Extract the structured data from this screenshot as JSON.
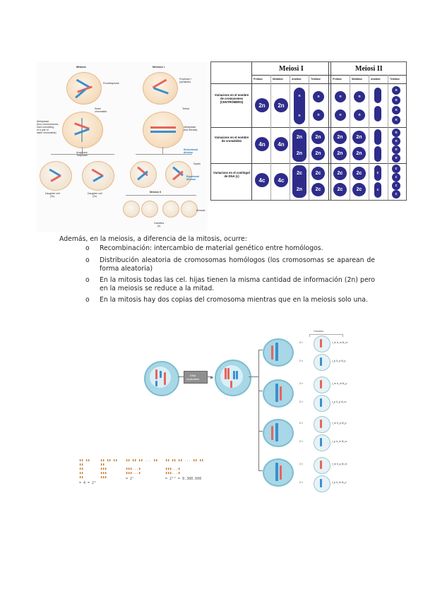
{
  "figure_mitosis_meiosis": {
    "col_mitosis": "Mitosis",
    "col_meiosis1": "Meiosis I",
    "lbl_prometaphase": "Prometaphase",
    "lbl_prophase1": "Prophase I\n(synapsis)",
    "lbl_sister": "Sister\nchromatids",
    "lbl_tetrad": "Tetrad",
    "lbl_metaphase_mitosis": "Metaphase\n(four chromosomes,\neach consisting\nof a pair of\nsister chromatids)",
    "lbl_metaphase1": "Metaphase\n(two tetrads)",
    "lbl_anaphase": "Anaphase\nTelophase",
    "lbl_reductional": "Reductional\ndivision",
    "lbl_dyads": "Dyads",
    "lbl_equational": "Equational\ndivision",
    "lbl_daughter1": "Daughter cell\n(2n)",
    "lbl_daughter2": "Daughter cell\n(2n)",
    "lbl_meiosis2": "Meiosis II",
    "lbl_monads": "Monads",
    "lbl_gametes": "Gametes\n(n)"
  },
  "meiosis_table": {
    "header_meiosis1": "Meiosi I",
    "header_meiosis2": "Meiosi II",
    "phases": [
      "Profase",
      "Metafase",
      "Anafase",
      "Telofase",
      "Profase",
      "Metafase",
      "Anafase",
      "Telofase"
    ],
    "row1_label": "Variacions en el nombre de cromosomes (CENTRÒMERS)",
    "row2_label": "Variacions en el nombre de cromàtides",
    "row3_label": "Variacions en el contingut de DNA (c)",
    "v_2n": "2n",
    "v_n": "n",
    "v_4n": "4n",
    "v_4c": "4c",
    "v_2c": "2c",
    "v_c": "c"
  },
  "text": {
    "intro": "Además, en la meiosis, a diferencia de la mitosis, ocurre:",
    "bullet_marker": "o",
    "b1": "Recombinación: intercambio de material genético entre homólogos.",
    "b2": "Distribución aleatoria de cromosomas homólogos (los cromosomas se aparean de forma aleatoria)",
    "b3": "En la mitosis todas las cel. hijas tienen la misma cantidad de información (2n) pero en la meiosis se reduce a la mitad.",
    "b4": "En la mitosis hay dos copias del cromosoma mientras que en la meiosis solo una."
  },
  "figure_assortment": {
    "dna_replication": "DNA\nreplication",
    "gametes": "Gametes",
    "times2": "2 ×",
    "g1a": "I_m II_m III_m",
    "g1b": "I_p II_p III_p",
    "g2a": "I_m II_m III_p",
    "g2b": "I_p II_p III_m",
    "g3a": "I_m II_p III_p",
    "g3b": "I_p II_m III_m",
    "g4a": "I_m II_p III_m",
    "g4b": "I_p II_m III_p"
  },
  "figure_math": {
    "m1": "= 4 = 2²",
    "m2": "= 2ⁿ",
    "m3": "= 2²³ = 8.388.608"
  }
}
